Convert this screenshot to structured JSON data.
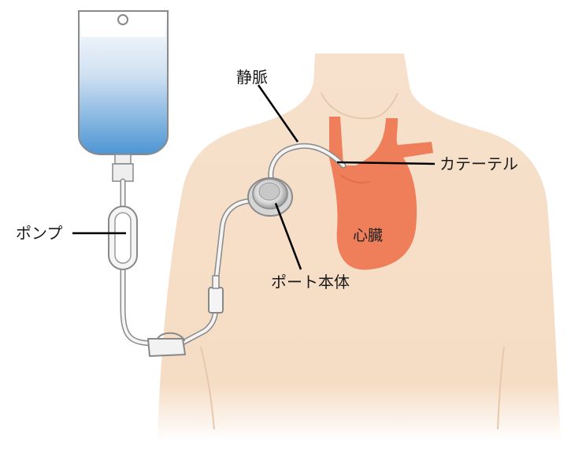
{
  "labels": {
    "vein": "静脈",
    "catheter": "カテーテル",
    "pump": "ポンプ",
    "heart": "心臓",
    "port_body": "ポート本体"
  },
  "colors": {
    "skin": "#f5dcc4",
    "heart": "#ef7f5b",
    "fluid": "#5b9fd6",
    "tube": "#f4f4f4",
    "outline": "#888888",
    "leader_line": "#000000"
  }
}
